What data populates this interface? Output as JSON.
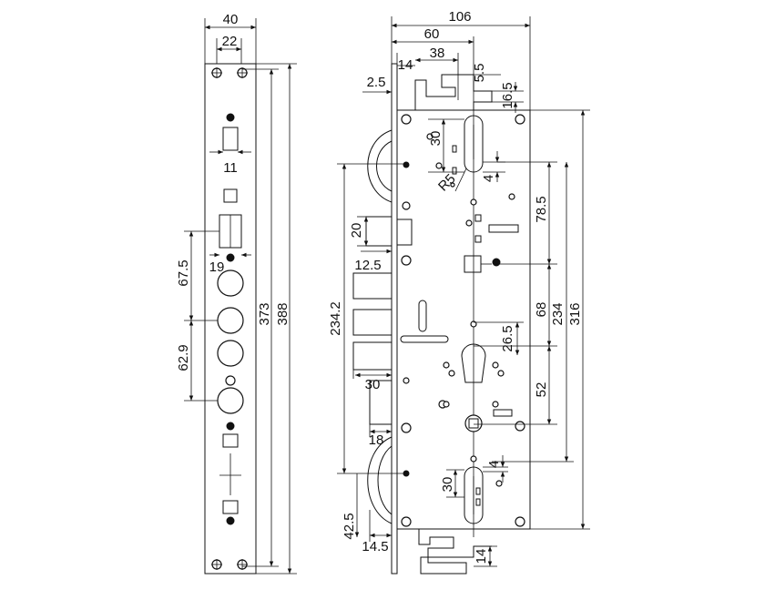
{
  "front_view_dims": {
    "width_overall": "40",
    "width_inner": "22",
    "square_width": "11",
    "latch_width": "19",
    "spacing_upper": "67.5",
    "spacing_lower": "62.9",
    "height_inner": "373",
    "height_outer": "388"
  },
  "side_view_dims": {
    "width_overall": "106",
    "width_60": "60",
    "width_38": "38",
    "width_14_top": "14",
    "offset_2_5": "2.5",
    "hook_5_5": "5.5",
    "hook_16_5": "16.5",
    "hook_30": "30",
    "radius": "R5",
    "gap_4_top": "4",
    "dim_20": "20",
    "dim_12_5": "12.5",
    "dim_78_5": "78.5",
    "dim_234_2": "234.2",
    "dim_68": "68",
    "dim_234": "234",
    "dim_316": "316",
    "dim_26_5": "26.5",
    "dim_52": "52",
    "dim_30_mid": "30",
    "dim_18": "18",
    "gap_4_bottom": "4",
    "hook_30_bottom": "30",
    "dim_42_5": "42.5",
    "dim_14_5": "14.5",
    "dim_14_bottom": "14"
  }
}
